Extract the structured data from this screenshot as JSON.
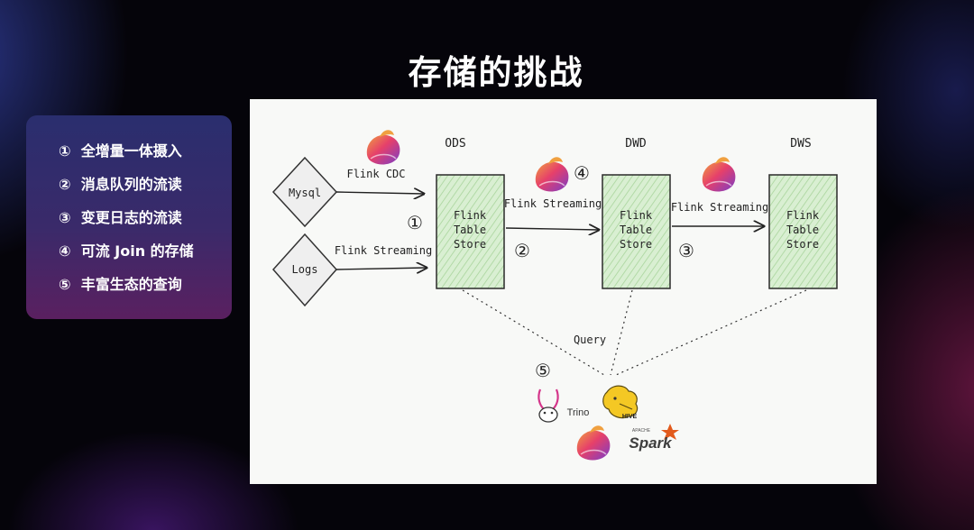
{
  "slide": {
    "title": "存储的挑战"
  },
  "challenges": [
    {
      "marker": "①",
      "text": "全增量一体摄入"
    },
    {
      "marker": "②",
      "text": "消息队列的流读"
    },
    {
      "marker": "③",
      "text": "变更日志的流读"
    },
    {
      "marker": "④",
      "text": "可流 Join 的存储"
    },
    {
      "marker": "⑤",
      "text": "丰富生态的查询"
    }
  ],
  "diagram": {
    "layers": [
      "ODS",
      "DWD",
      "DWS"
    ],
    "sources": [
      "Mysql",
      "Logs"
    ],
    "edges": {
      "cdc": "Flink CDC",
      "streaming": "Flink Streaming"
    },
    "store": {
      "line1": "Flink",
      "line2": "Table",
      "line3": "Store"
    },
    "markers": [
      "①",
      "②",
      "③",
      "④",
      "⑤"
    ],
    "query_label": "Query",
    "engines": {
      "trino": "Trino",
      "hive": "HIVE",
      "spark_top": "APACHE",
      "spark": "Spark"
    },
    "colors": {
      "store_fill": "#cfe8c6",
      "store_border": "#2a2a2a",
      "flink_red": "#e6406a",
      "flink_purple": "#7a3cc8"
    }
  }
}
